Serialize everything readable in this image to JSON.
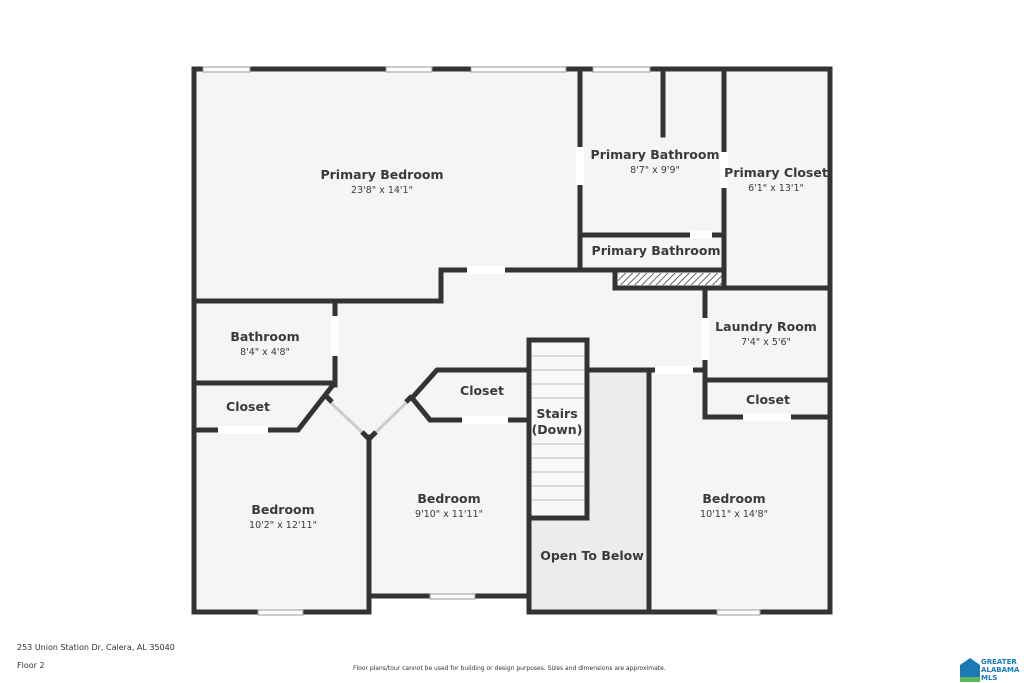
{
  "rooms": {
    "primary_bedroom": {
      "name": "Primary Bedroom",
      "dims": "23'8\" x 14'1\""
    },
    "primary_bathroom": {
      "name": "Primary Bathroom",
      "dims": "8'7\" x 9'9\""
    },
    "primary_bathroom_2": {
      "name": "Primary Bathroom"
    },
    "primary_closet": {
      "name": "Primary Closet",
      "dims": "6'1\" x 13'1\""
    },
    "laundry": {
      "name": "Laundry Room",
      "dims": "7'4\" x 5'6\""
    },
    "bathroom": {
      "name": "Bathroom",
      "dims": "8'4\" x 4'8\""
    },
    "closet_left": {
      "name": "Closet"
    },
    "closet_mid": {
      "name": "Closet"
    },
    "closet_right": {
      "name": "Closet"
    },
    "bedroom_left": {
      "name": "Bedroom",
      "dims": "10'2\" x 12'11\""
    },
    "bedroom_mid": {
      "name": "Bedroom",
      "dims": "9'10\" x 11'11\""
    },
    "bedroom_right": {
      "name": "Bedroom",
      "dims": "10'11\" x 14'8\""
    },
    "stairs": {
      "name_line1": "Stairs",
      "name_line2": "(Down)"
    },
    "open_below": {
      "name": "Open To Below"
    }
  },
  "footer": {
    "address": "253 Union Station Dr, Calera, AL 35040",
    "floor": "Floor 2",
    "disclaimer": "Floor plans/tour cannot be used for building or design purposes. Sizes and dimensions are approximate.",
    "logo": "GREATER ALABAMA MLS"
  },
  "colors": {
    "wall": "#333333",
    "floor": "#f5f5f5",
    "open_below": "#ececec",
    "logo_blue": "#1a7ab5",
    "logo_green": "#5cb85c"
  }
}
